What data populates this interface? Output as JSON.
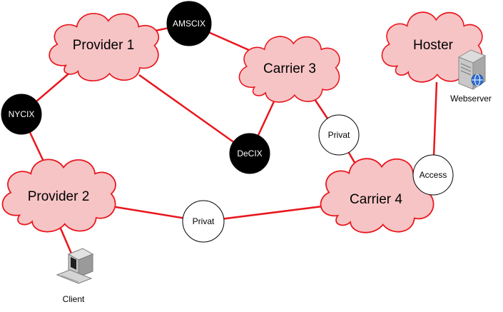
{
  "diagram": {
    "colors": {
      "cloud_fill": "#f7c4c6",
      "cloud_stroke": "#e8161c",
      "link": "#e8161c",
      "ix_dark": "#000000",
      "ix_light": "#ffffff"
    },
    "clouds": {
      "provider1": "Provider 1",
      "provider2": "Provider 2",
      "carrier3": "Carrier 3",
      "carrier4": "Carrier 4",
      "hoster": "Hoster"
    },
    "exchanges": {
      "amscix": "AMSCIX",
      "nycix": "NYCIX",
      "decix": "DeCIX",
      "privat_carrier": "Privat",
      "privat_provider": "Privat",
      "access": "Access"
    },
    "devices": {
      "webserver": {
        "label": "Webserver",
        "icon": "server-icon"
      },
      "client": {
        "label": "Client",
        "icon": "computer-icon"
      }
    }
  }
}
